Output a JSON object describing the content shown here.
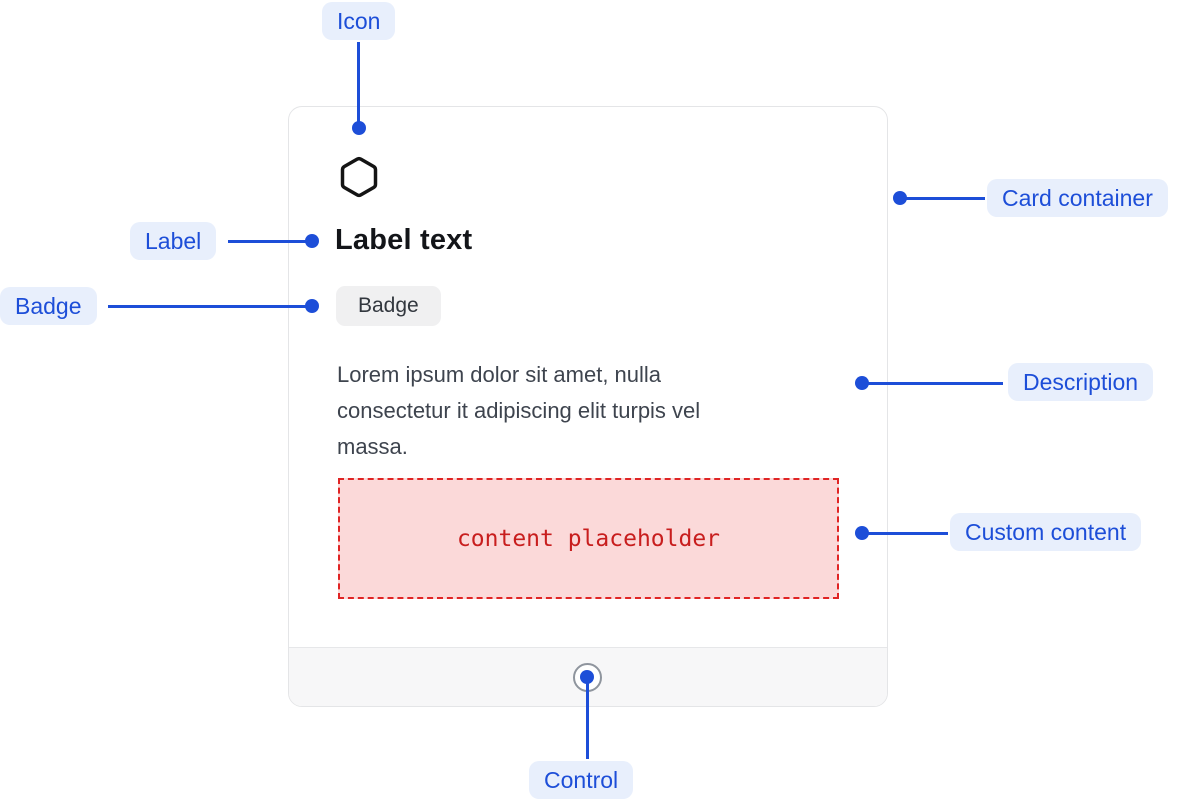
{
  "annotations": {
    "icon": {
      "label": "Icon"
    },
    "label": {
      "label": "Label"
    },
    "badge": {
      "label": "Badge"
    },
    "card_container": {
      "label": "Card container"
    },
    "description": {
      "label": "Description"
    },
    "custom_content": {
      "label": "Custom content"
    },
    "control": {
      "label": "Control"
    }
  },
  "card": {
    "icon": "hexagon-icon",
    "label_text": "Label text",
    "badge": "Badge",
    "description_lines": {
      "0": "Lorem ipsum dolor sit amet, nulla",
      "1": "consectetur it adipiscing elit turpis vel",
      "2": "massa."
    },
    "custom_content": "content placeholder"
  },
  "colors": {
    "annotation_accent": "#1d4ed8",
    "annotation_pill_bg": "#e8effc",
    "card_border": "#e4e5e7",
    "footer_bg": "#f7f7f8",
    "badge_bg": "#f0f0f1",
    "badge_text": "#32373e",
    "description_text": "#3e444e",
    "placeholder_bg": "#fbd9d9",
    "placeholder_border": "#e02424",
    "placeholder_text": "#c81e1e",
    "control_ring": "#8f959e",
    "icon_stroke": "#141414"
  }
}
